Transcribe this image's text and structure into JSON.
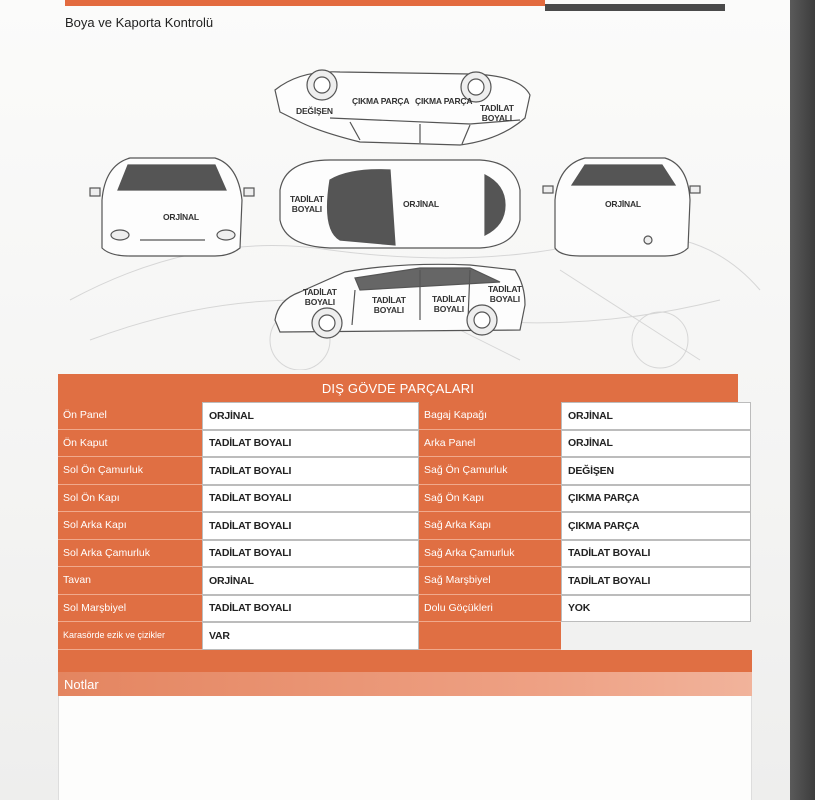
{
  "title": "Boya ve Kaporta Kontrolü",
  "car_labels": {
    "top_side": [
      "DEĞİŞEN",
      "ÇIKMA PARÇA",
      "ÇIKMA PARÇA",
      "TADİLAT\nBOYALI"
    ],
    "front": "ORJİNAL",
    "roof": [
      "TADİLAT\nBOYALI",
      "ORJİNAL"
    ],
    "rear": "ORJİNAL",
    "bottom_side": [
      "TADİLAT\nBOYALI",
      "TADİLAT\nBOYALI",
      "TADİLAT\nBOYALI",
      "TADİLAT\nBOYALI"
    ]
  },
  "table": {
    "header": "DIŞ GÖVDE PARÇALARI",
    "left": [
      {
        "label": "Ön Panel",
        "value": "ORJİNAL"
      },
      {
        "label": "Ön Kaput",
        "value": "TADİLAT BOYALI"
      },
      {
        "label": "Sol Ön Çamurluk",
        "value": "TADİLAT BOYALI"
      },
      {
        "label": "Sol Ön Kapı",
        "value": "TADİLAT BOYALI"
      },
      {
        "label": "Sol Arka Kapı",
        "value": "TADİLAT BOYALI"
      },
      {
        "label": "Sol Arka Çamurluk",
        "value": "TADİLAT BOYALI"
      },
      {
        "label": "Tavan",
        "value": "ORJİNAL"
      },
      {
        "label": "Sol Marşbiyel",
        "value": "TADİLAT BOYALI"
      },
      {
        "label": "Karasörde ezik ve çizikler",
        "value": "VAR"
      }
    ],
    "right": [
      {
        "label": "Bagaj Kapağı",
        "value": "ORJİNAL"
      },
      {
        "label": "Arka Panel",
        "value": "ORJİNAL"
      },
      {
        "label": "Sağ Ön Çamurluk",
        "value": "DEĞİŞEN"
      },
      {
        "label": "Sağ Ön Kapı",
        "value": "ÇIKMA PARÇA"
      },
      {
        "label": "Sağ Arka Kapı",
        "value": "ÇIKMA PARÇA"
      },
      {
        "label": "Sağ Arka Çamurluk",
        "value": "TADİLAT BOYALI"
      },
      {
        "label": "Sağ Marşbiyel",
        "value": "TADİLAT BOYALI"
      },
      {
        "label": "Dolu Göçükleri",
        "value": "YOK"
      }
    ]
  },
  "notes": {
    "label": "Notlar"
  },
  "colors": {
    "accent": "#e06f43"
  }
}
